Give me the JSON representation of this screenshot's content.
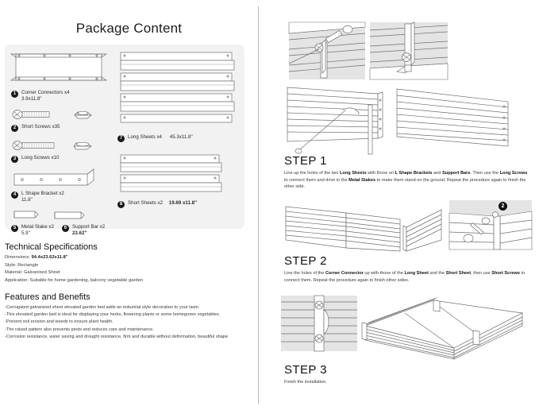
{
  "left": {
    "title": "Package Content",
    "parts": [
      {
        "n": "1",
        "name": "Corner Connectors x4",
        "dim": "3.9x11.8\""
      },
      {
        "n": "2",
        "name": "Short Screws x35",
        "dim": ""
      },
      {
        "n": "3",
        "name": "Long Screws x10",
        "dim": ""
      },
      {
        "n": "4",
        "name": "L Shape Bracket x2",
        "dim": "11.8\""
      },
      {
        "n": "5",
        "name": "Metal Stake x2",
        "dim": "5.9\""
      },
      {
        "n": "6",
        "name": "Support Bar x2",
        "dim": "23.62\""
      },
      {
        "n": "7",
        "name": "Long Sheets x4",
        "dim": "45.3x11.8\""
      },
      {
        "n": "8",
        "name": "Short Sheets x2",
        "dim": "19.69 x11.8\""
      }
    ],
    "tech": {
      "heading": "Technical Specifications",
      "rows": [
        {
          "label": "Dimensions:",
          "value": "94.4x23.62x11.8\""
        },
        {
          "label": "Style:",
          "value": "Rectangle"
        },
        {
          "label": "Material:",
          "value": "Galvanised Sheet"
        },
        {
          "label": "Application:",
          "value": "Suitable for home gardening, balcony vegetable garden"
        }
      ]
    },
    "features": {
      "heading": "Features and Benefits",
      "items": [
        "-Corrugated galvanized sheet elevated garden bed adds an industrial style decoration to your lawn.",
        "-This elevated garden bed is ideal for displaying your herbs, flowering plants or some homegrown vegetables.",
        "-Prevent soil erosion and weeds to ensure plant health.",
        "-The raised pattern also prevents pests and reduces care and maintenance.",
        "-Corrosion resistance, water saving and drought resistance, firm and durable without deformation, beautiful shape"
      ]
    }
  },
  "right": {
    "steps": [
      {
        "heading": "STEP 1",
        "text_parts": [
          {
            "t": "Line up the holes of the two ",
            "b": false
          },
          {
            "t": "Long Sheets",
            "b": true
          },
          {
            "t": " with those on ",
            "b": false
          },
          {
            "t": "L Shape Brackets",
            "b": true
          },
          {
            "t": " and ",
            "b": false
          },
          {
            "t": "Support Bars",
            "b": true
          },
          {
            "t": ". Then use the ",
            "b": false
          },
          {
            "t": "Long Screws",
            "b": true
          },
          {
            "t": " to connect them and drive in the ",
            "b": false
          },
          {
            "t": "Metal Stakes",
            "b": true
          },
          {
            "t": " to make them stand on the ground. Repeat the procedure again to finish the other side.",
            "b": false
          }
        ]
      },
      {
        "heading": "STEP 2",
        "badge": "2",
        "text_parts": [
          {
            "t": "Line the holes of the ",
            "b": false
          },
          {
            "t": "Corner Connector",
            "b": true
          },
          {
            "t": " up with those of the ",
            "b": false
          },
          {
            "t": "Long Sheet",
            "b": true
          },
          {
            "t": " and the ",
            "b": false
          },
          {
            "t": "Short Sheet",
            "b": true
          },
          {
            "t": ", then use ",
            "b": false
          },
          {
            "t": "Short Screws",
            "b": true
          },
          {
            "t": " to connect them. Repeat the procedure again to finish other sides.",
            "b": false
          }
        ]
      },
      {
        "heading": "STEP 3",
        "text_parts": [
          {
            "t": "Finish the installation.",
            "b": false
          }
        ]
      }
    ]
  },
  "colors": {
    "ink": "#222222",
    "line": "#6e6e6e",
    "panel_bg": "#f2f2f2",
    "shade": "#e4e4e4",
    "badge": "#111111"
  }
}
